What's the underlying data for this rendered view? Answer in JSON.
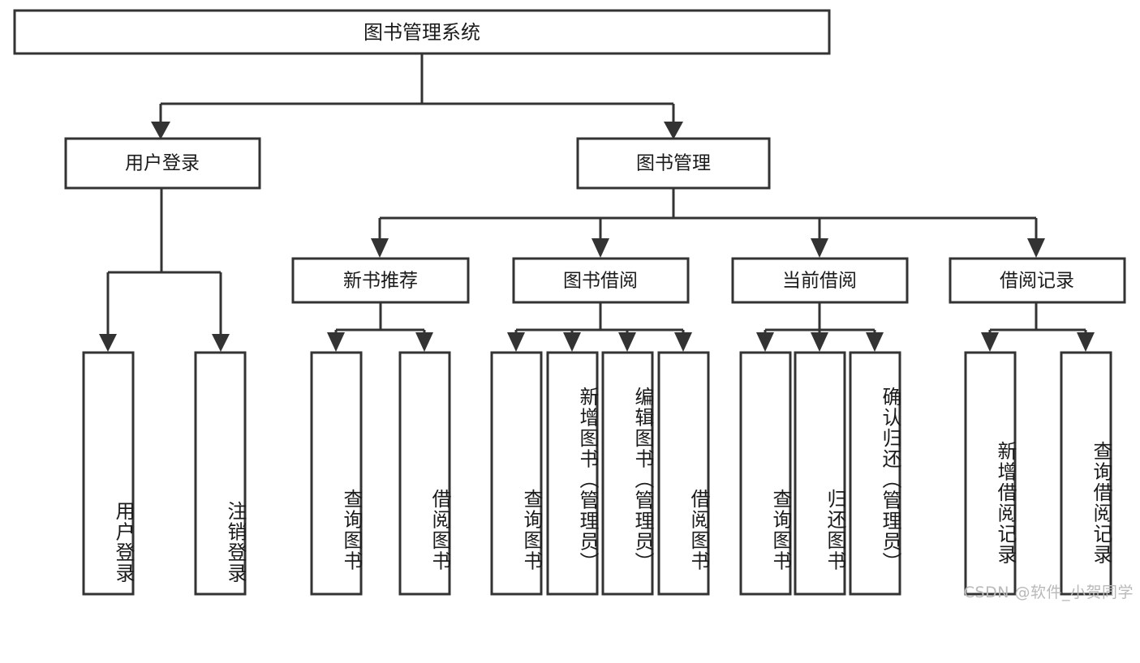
{
  "diagram": {
    "type": "tree-hierarchy",
    "title": "图书管理系统",
    "root": {
      "id": "root",
      "label": "图书管理系统",
      "orientation": "horizontal"
    },
    "level2": [
      {
        "id": "user-login",
        "label": "用户登录",
        "orientation": "horizontal"
      },
      {
        "id": "book-manage",
        "label": "图书管理",
        "orientation": "horizontal"
      }
    ],
    "level3": [
      {
        "id": "new-book-recommend",
        "label": "新书推荐",
        "orientation": "horizontal"
      },
      {
        "id": "book-borrow",
        "label": "图书借阅",
        "orientation": "horizontal"
      },
      {
        "id": "current-borrow",
        "label": "当前借阅",
        "orientation": "horizontal"
      },
      {
        "id": "borrow-record",
        "label": "借阅记录",
        "orientation": "horizontal"
      }
    ],
    "leaves": {
      "user-login": [
        {
          "id": "leaf-user-login",
          "label": "用户登录"
        },
        {
          "id": "leaf-logout-login",
          "label": "注销登录"
        }
      ],
      "new-book-recommend": [
        {
          "id": "leaf-query-book-1",
          "label": "查询图书"
        },
        {
          "id": "leaf-borrow-book-1",
          "label": "借阅图书"
        }
      ],
      "book-borrow": [
        {
          "id": "leaf-query-book-2",
          "label": "查询图书"
        },
        {
          "id": "leaf-add-book",
          "label": "新增图书（管理员）"
        },
        {
          "id": "leaf-edit-book",
          "label": "编辑图书（管理员）"
        },
        {
          "id": "leaf-borrow-book-2",
          "label": "借阅图书"
        }
      ],
      "current-borrow": [
        {
          "id": "leaf-query-book-3",
          "label": "查询图书"
        },
        {
          "id": "leaf-return-book",
          "label": "归还图书"
        },
        {
          "id": "leaf-confirm-return",
          "label": "确认归还（管理员）"
        }
      ],
      "borrow-record": [
        {
          "id": "leaf-add-record",
          "label": "新增借阅记录"
        },
        {
          "id": "leaf-query-record",
          "label": "查询借阅记录"
        }
      ]
    },
    "colors": {
      "stroke": "#333333",
      "fill": "#ffffff",
      "text": "#1a1a1a",
      "watermark": "#b9b9b9",
      "background": "#ffffff"
    }
  },
  "watermark": {
    "text": "CSDN @软件_小贺同学"
  }
}
